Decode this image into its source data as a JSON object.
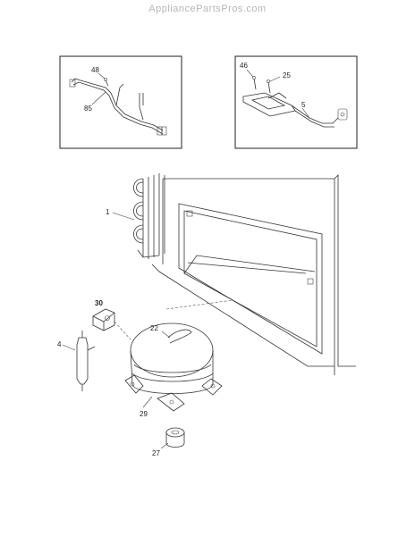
{
  "header": {
    "site_name": "AppliancePartsPros.com"
  },
  "inset_left": {
    "labels": [
      "48",
      "85"
    ]
  },
  "inset_right": {
    "labels": [
      "46",
      "25",
      "5"
    ]
  },
  "main": {
    "labels": {
      "condenser": "1",
      "overload_clip": "30",
      "drier": "4",
      "clip": "22",
      "compressor": "29",
      "grommet": "27"
    }
  }
}
